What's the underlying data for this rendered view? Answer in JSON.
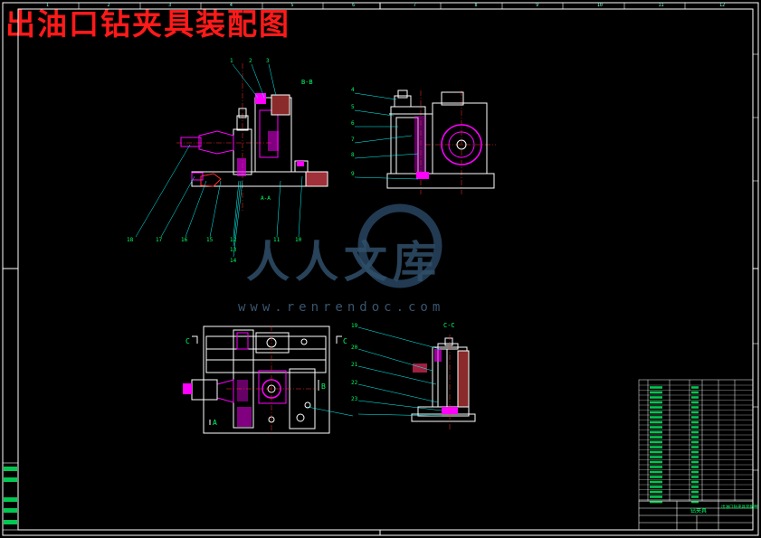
{
  "title": "出油口钻夹具装配图",
  "watermark": {
    "text": "人人文库",
    "sub": "www.renrendoc.com"
  },
  "zones_top": [
    "1",
    "2",
    "3",
    "4",
    "5",
    "6",
    "7",
    "8",
    "9",
    "10",
    "11",
    "12"
  ],
  "view_labels": {
    "bb": "B-B",
    "cc": "C-C",
    "a": "A",
    "b": "B",
    "c": "C",
    "aa": "A-A"
  },
  "front_balloons_top": [
    "1",
    "2",
    "3"
  ],
  "front_balloons_bottom": [
    "18",
    "17",
    "16",
    "15",
    "12",
    "13",
    "14",
    "11",
    "10"
  ],
  "side_balloons": [
    "4",
    "5",
    "6",
    "7",
    "8",
    "9"
  ],
  "cc_balloons": [
    "19",
    "20",
    "21",
    "22",
    "23"
  ],
  "title_block": {
    "name": "钻夹具",
    "sheet": "出油口钻夹具装配图"
  },
  "colors": {
    "title": "#ff1a1a",
    "line": "#ffffff",
    "center": "#ff3030",
    "leader": "#00ffff",
    "section": "#ff00ff",
    "text": "#00ff66"
  }
}
